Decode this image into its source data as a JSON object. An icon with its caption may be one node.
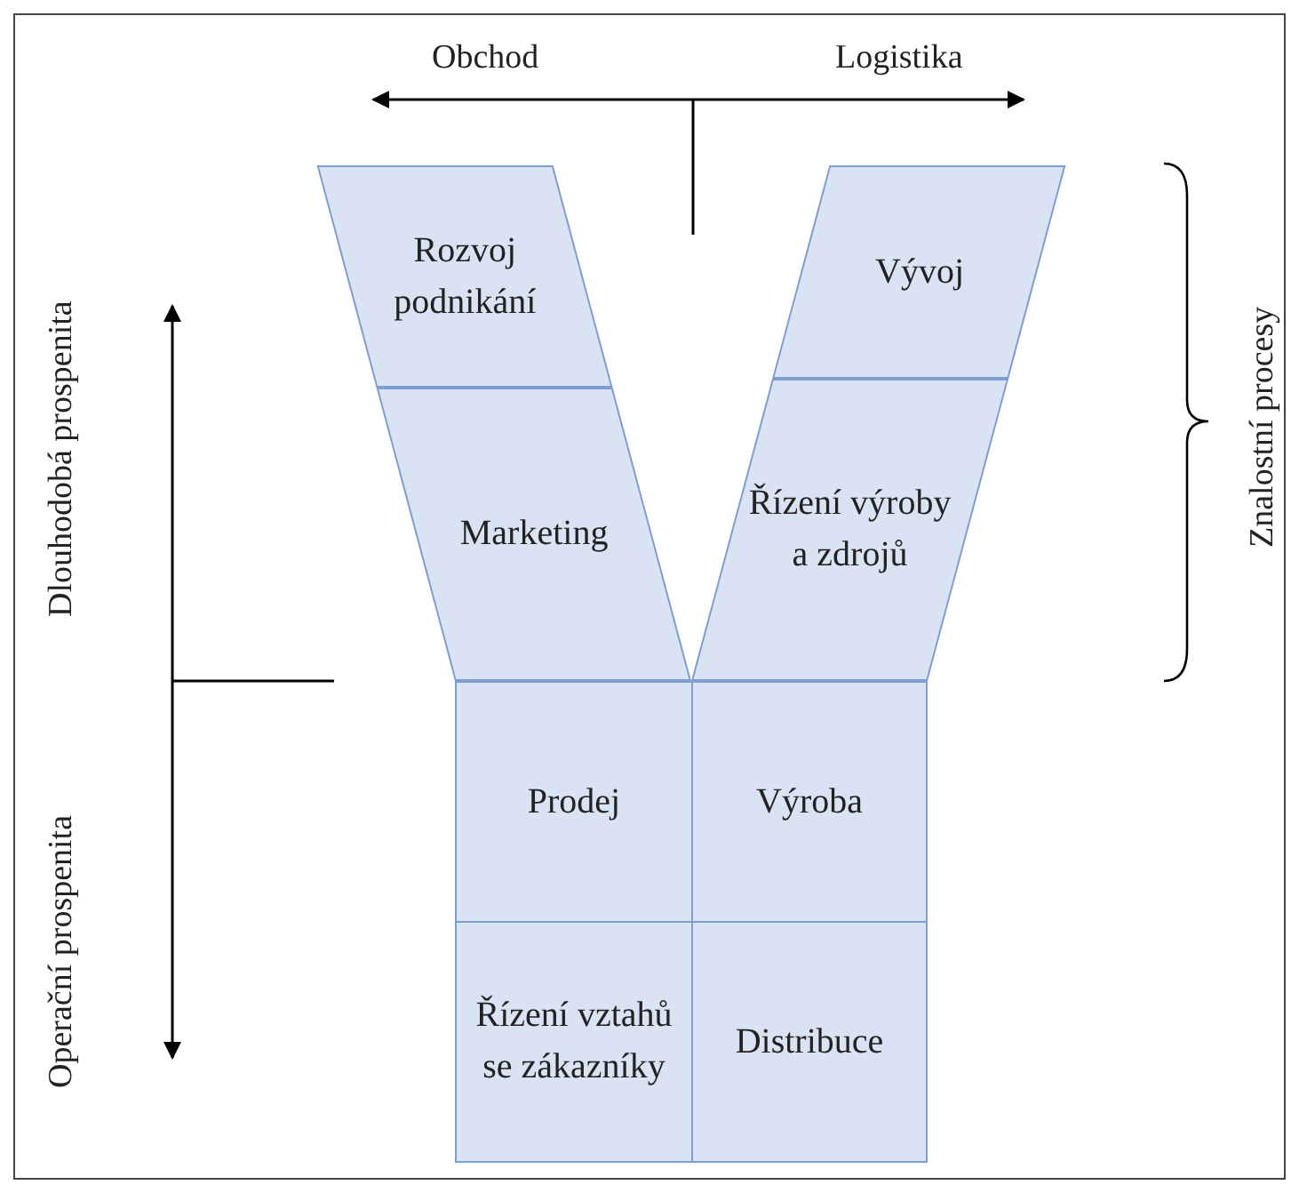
{
  "diagram": {
    "nodes": [
      {
        "text": [
          "Rozvoj podnikání"
        ]
      },
      {
        "text": [
          "Marketing"
        ]
      },
      {
        "text": [
          "Vývoj"
        ]
      },
      {
        "text": [
          "Řízení výroby a zdrojů"
        ]
      },
      {
        "text": [
          "Prodej"
        ]
      },
      {
        "text": [
          "Výroba"
        ]
      },
      {
        "text": [
          "Řízení vztahů se zákazníky"
        ]
      },
      {
        "text": [
          "Distribuce"
        ]
      }
    ],
    "edges": [],
    "labels": [
      "Obchod",
      "Logistika",
      "Dlouhodobá prospenita",
      "Operační prospenita",
      "Znalostní procesy"
    ]
  }
}
